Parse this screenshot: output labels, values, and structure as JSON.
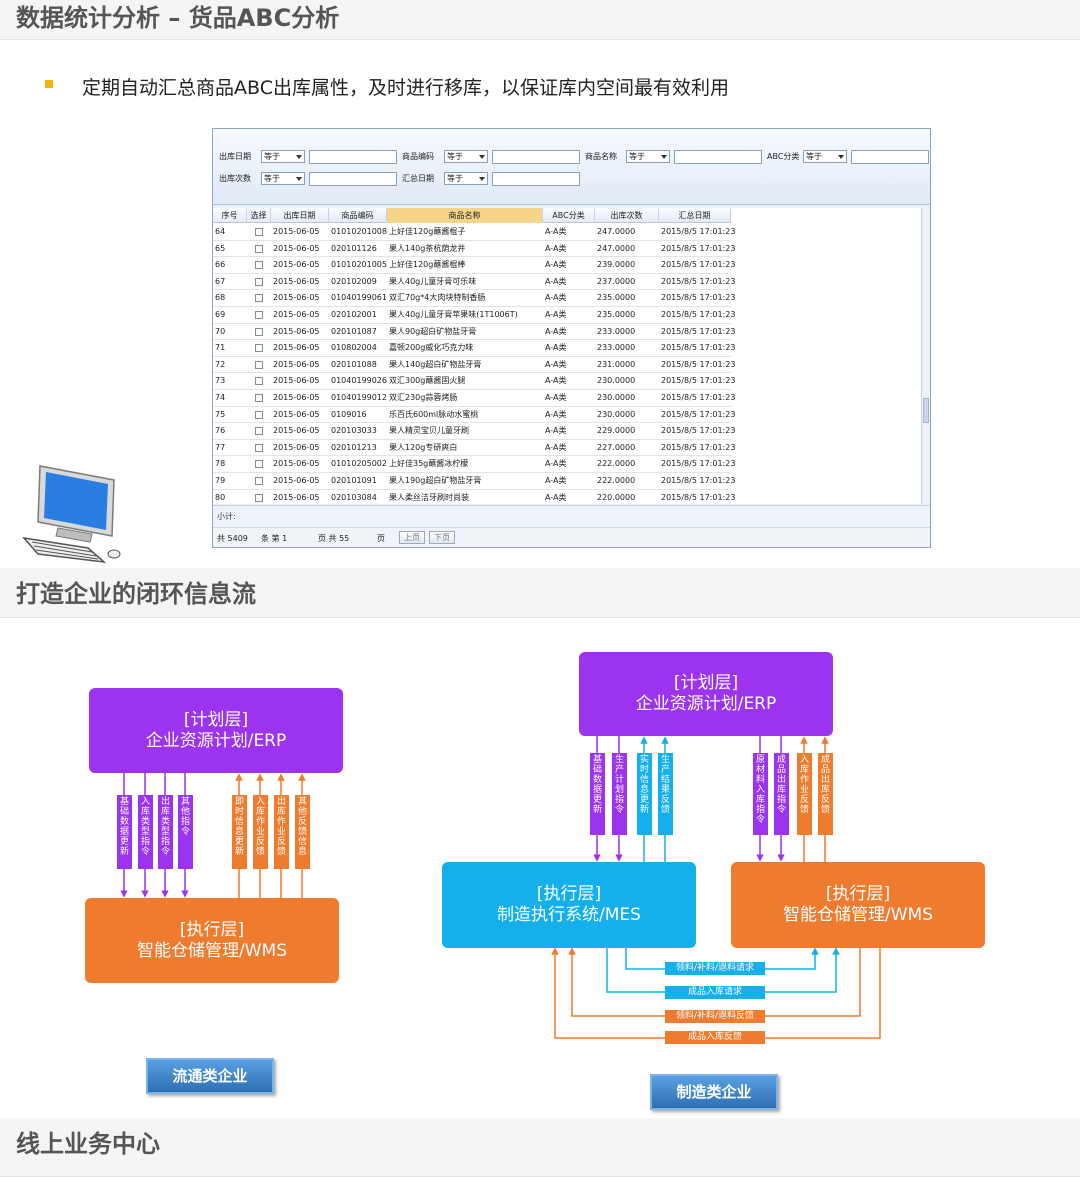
{
  "page": {
    "section1_title": "数据统计分析 – 货品ABC分析",
    "bullet_text": "定期自动汇总商品ABC出库属性，及时进行移库，以保证库内空间最有效利用",
    "section2_title": "打造企业的闭环信息流",
    "section3_title": "线上业务中心"
  },
  "app": {
    "filters": {
      "out_date_label": "出库日期",
      "code_label": "商品编码",
      "name_label": "商品名称",
      "abc_label": "ABC分类",
      "count_label": "出库次数",
      "sum_date_label": "汇总日期",
      "op_equal": "等于"
    },
    "grid": {
      "columns": [
        "序号",
        "选择",
        "出库日期",
        "商品编码",
        "商品名称",
        "ABC分类",
        "出库次数",
        "汇总日期"
      ],
      "rows": [
        [
          "64",
          "",
          "2015-06-05",
          "01010201008",
          "上好佳120g蘸酱棍子",
          "A-A类",
          "247.0000",
          "2015/8/5 17:01:23"
        ],
        [
          "65",
          "",
          "2015-06-05",
          "020101126",
          "果人140g茶杭荫龙井",
          "A-A类",
          "247.0000",
          "2015/8/5 17:01:23"
        ],
        [
          "66",
          "",
          "2015-06-05",
          "01010201005",
          "上好佳120g蘸酱棍棒",
          "A-A类",
          "239.0000",
          "2015/8/5 17:01:23"
        ],
        [
          "67",
          "",
          "2015-06-05",
          "020102009",
          "果人40g儿童牙膏可乐味",
          "A-A类",
          "237.0000",
          "2015/8/5 17:01:23"
        ],
        [
          "68",
          "",
          "2015-06-05",
          "01040199061",
          "双汇70g*4大肉块特制香肠",
          "A-A类",
          "235.0000",
          "2015/8/5 17:01:23"
        ],
        [
          "69",
          "",
          "2015-06-05",
          "020102001",
          "果人40g儿童牙膏苹果味(1T1006T)",
          "A-A类",
          "235.0000",
          "2015/8/5 17:01:23"
        ],
        [
          "70",
          "",
          "2015-06-05",
          "020101087",
          "果人90g超白矿物盐牙膏",
          "A-A类",
          "233.0000",
          "2015/8/5 17:01:23"
        ],
        [
          "71",
          "",
          "2015-06-05",
          "010802004",
          "嘉顿200g威化巧克力味",
          "A-A类",
          "233.0000",
          "2015/8/5 17:01:23"
        ],
        [
          "72",
          "",
          "2015-06-05",
          "020101088",
          "果人140g超白矿物盐牙膏",
          "A-A类",
          "231.0000",
          "2015/8/5 17:01:23"
        ],
        [
          "73",
          "",
          "2015-06-05",
          "01040199026",
          "双汇300g蘸酱固火腿",
          "A-A类",
          "230.0000",
          "2015/8/5 17:01:23"
        ],
        [
          "74",
          "",
          "2015-06-05",
          "01040199012",
          "双汇230g蒜蓉烤肠",
          "A-A类",
          "230.0000",
          "2015/8/5 17:01:23"
        ],
        [
          "75",
          "",
          "2015-06-05",
          "0109016",
          "乐百氏600ml脉动水蜜桃",
          "A-A类",
          "230.0000",
          "2015/8/5 17:01:23"
        ],
        [
          "76",
          "",
          "2015-06-05",
          "020103033",
          "果人精灵宝贝儿童牙刷",
          "A-A类",
          "229.0000",
          "2015/8/5 17:01:23"
        ],
        [
          "77",
          "",
          "2015-06-05",
          "020101213",
          "果人120g专研爽白",
          "A-A类",
          "227.0000",
          "2015/8/5 17:01:23"
        ],
        [
          "78",
          "",
          "2015-06-05",
          "01010205002",
          "上好佳35g蘸酱冰柠檬",
          "A-A类",
          "222.0000",
          "2015/8/5 17:01:23"
        ],
        [
          "79",
          "",
          "2015-06-05",
          "020101091",
          "果人190g超白矿物盐牙膏",
          "A-A类",
          "222.0000",
          "2015/8/5 17:01:23"
        ],
        [
          "80",
          "",
          "2015-06-05",
          "020103084",
          "果人柔丝洁牙刷时尚装",
          "A-A类",
          "220.0000",
          "2015/8/5 17:01:23"
        ]
      ]
    },
    "subtotal_label": "小计:",
    "pager": {
      "total_label": "共 5409",
      "rows_label": "条 第 1",
      "pages_label": "页 共 55",
      "page_unit": "页",
      "prev": "上页",
      "next": "下页"
    }
  },
  "diagram_left": {
    "top_tag": "[计划层]",
    "top_name": "企业资源计划/ERP",
    "bottom_tag": "[执行层]",
    "bottom_name": "智能仓储管理/WMS",
    "down_labels": [
      "基础数据更新",
      "入库类型指令",
      "出库类型指令",
      "其他指令"
    ],
    "up_labels": [
      "即时信息更新",
      "入库作业反馈",
      "出库作业反馈",
      "其他反馈信息"
    ],
    "caption": "流通类企业"
  },
  "diagram_right": {
    "top_tag": "[计划层]",
    "top_name": "企业资源计划/ERP",
    "mes_tag": "[执行层]",
    "mes_name": "制造执行系统/MES",
    "wms_tag": "[执行层]",
    "wms_name": "智能仓储管理/WMS",
    "mes_down": [
      "基础数据更新",
      "生产计划指令"
    ],
    "mes_up": [
      "实时信息更新",
      "生产结果反馈"
    ],
    "wms_down": [
      "原材料入库指令",
      "成品出库指令"
    ],
    "wms_up": [
      "入库作业反馈",
      "成品出库反馈"
    ],
    "h_labels": [
      "领料/补料/退料请求",
      "成品入库请求",
      "领料/补料/退料反馈",
      "成品入库反馈"
    ],
    "caption": "制造类企业"
  },
  "colors": {
    "purple": "#9b33ef",
    "orange": "#ef7b2e",
    "cyan": "#14b0ec",
    "button_blue": "#2d6fb4",
    "bullet": "#f2b705"
  }
}
